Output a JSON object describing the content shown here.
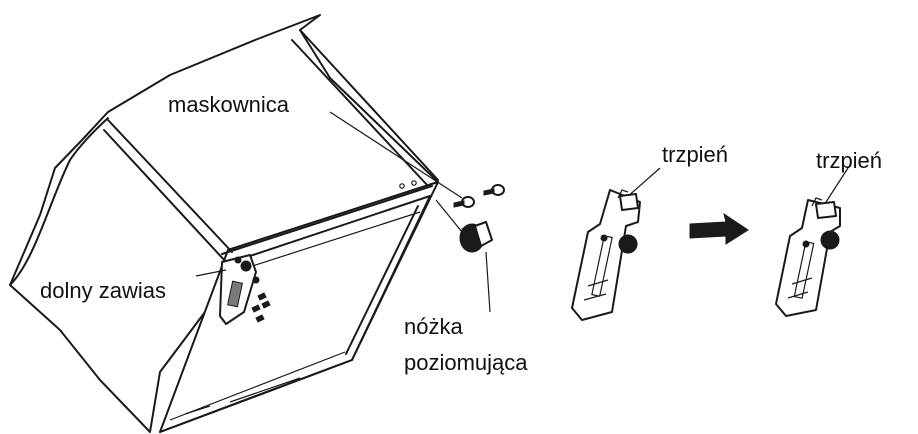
{
  "labels": {
    "cover": "maskownica",
    "lower_hinge": "dolny zawias",
    "leveling_foot_line1": "nóżka",
    "leveling_foot_line2": "poziomująca",
    "pin_left": "trzpień",
    "pin_right": "trzpień"
  },
  "colors": {
    "ink": "#1a1a1a",
    "background": "#ffffff"
  },
  "icons": [
    "arrow-right-icon",
    "screw-icon",
    "leveling-foot-icon",
    "hinge-bracket-icon"
  ]
}
